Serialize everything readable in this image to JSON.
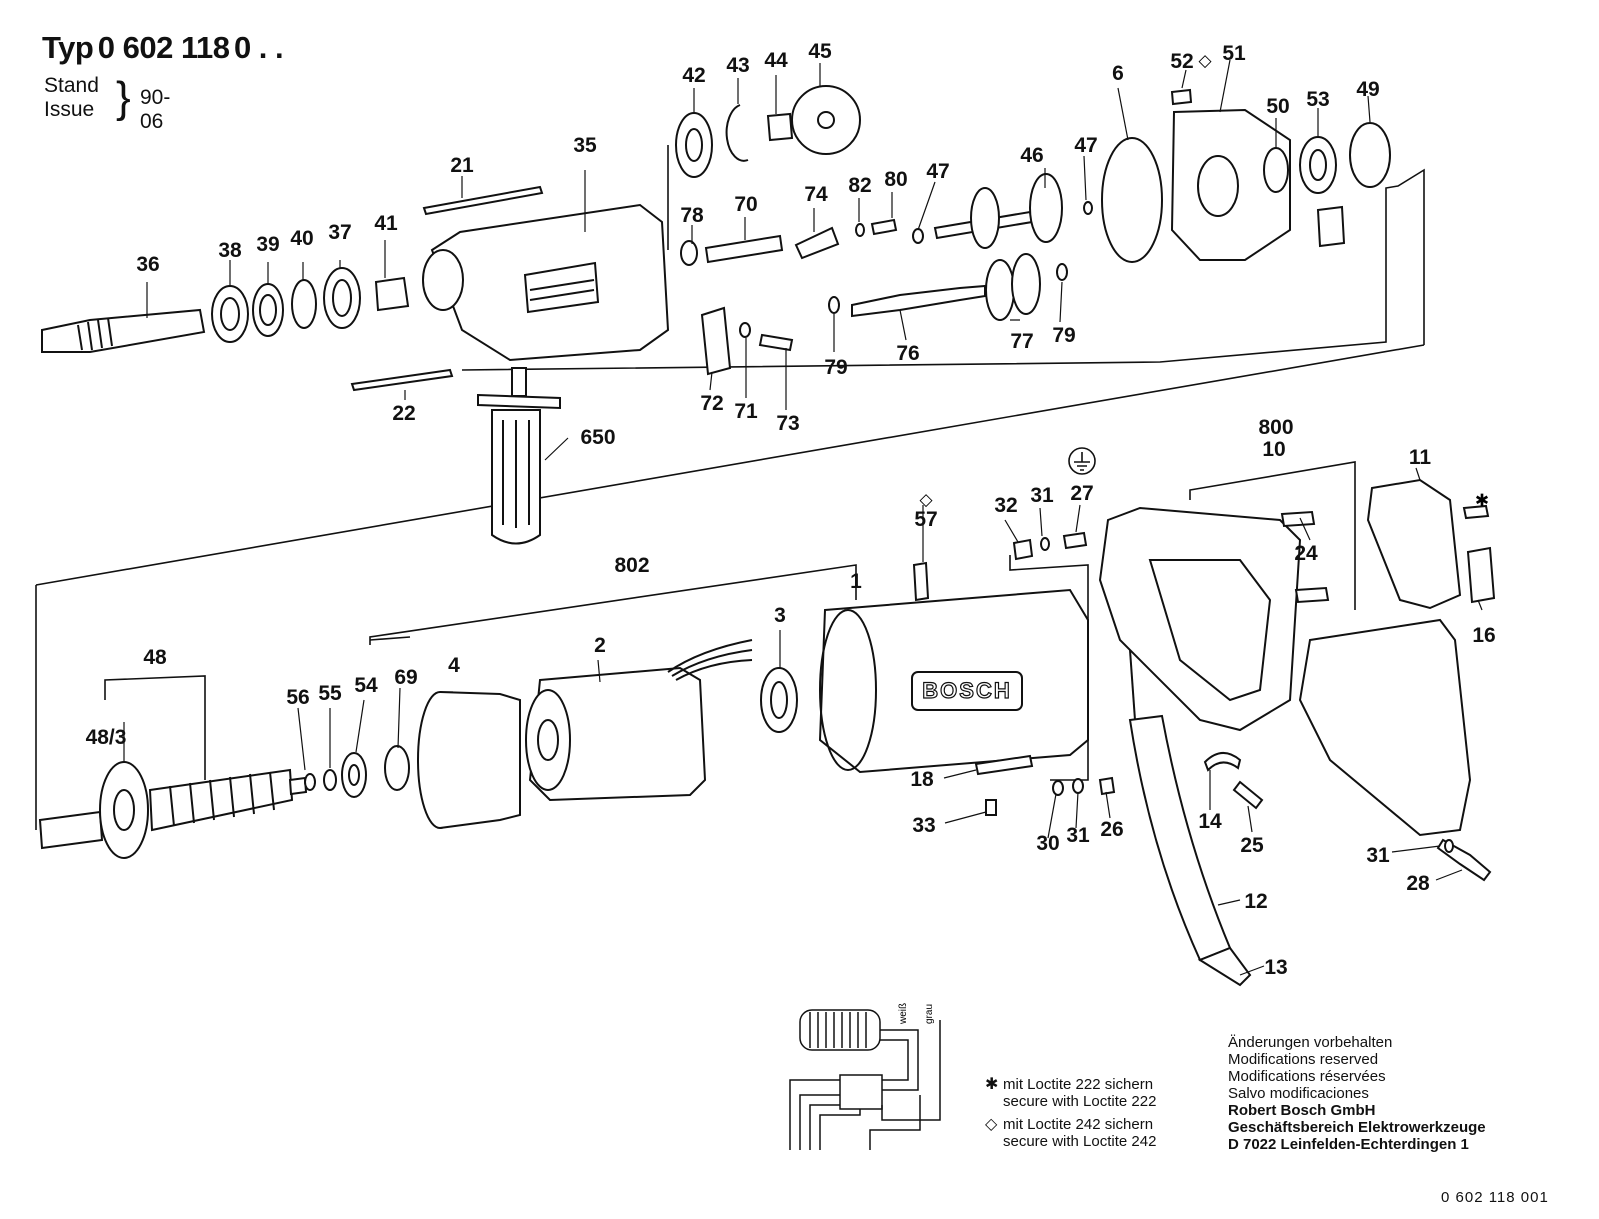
{
  "header": {
    "typ_label": "Typ",
    "typ_prefix": "0 60",
    "typ_bold": "2 118",
    "typ_suffix": "0 . .",
    "stand_label": "Stand",
    "issue_label": "Issue",
    "issue_date": "90-06"
  },
  "callouts": [
    "36",
    "38",
    "39",
    "40",
    "37",
    "41",
    "35",
    "21",
    "22",
    "650",
    "42",
    "43",
    "44",
    "45",
    "78",
    "70",
    "74",
    "82",
    "80",
    "47",
    "46",
    "47",
    "6",
    "52",
    "51",
    "50",
    "53",
    "49",
    "72",
    "71",
    "73",
    "79",
    "76",
    "77",
    "79",
    "48",
    "48/3",
    "56",
    "55",
    "54",
    "69",
    "802",
    "4",
    "2",
    "3",
    "1",
    "57",
    "18",
    "33",
    "32",
    "31",
    "27",
    "30",
    "31",
    "26",
    "800",
    "10",
    "24",
    "11",
    "16",
    "14",
    "25",
    "12",
    "13",
    "31",
    "28"
  ],
  "wiring": {
    "wire_a": "weiß",
    "wire_b": "grau"
  },
  "notes": {
    "star_symbol": "✱",
    "star_line1": "mit Loctite 222 sichern",
    "star_line2": "secure with Loctite 222",
    "diamond_symbol": "◇",
    "diamond_line1": "mit Loctite 242 sichern",
    "diamond_line2": "secure with Loctite 242"
  },
  "modifications": {
    "de": "Änderungen vorbehalten",
    "en": "Modifications reserved",
    "fr": "Modifications réservées",
    "es": "Salvo modificaciones",
    "company": "Robert Bosch GmbH",
    "division": "Geschäftsbereich Elektrowerkzeuge",
    "address": "D 7022 Leinfelden-Echterdingen 1"
  },
  "doc_number": "0  602  118  001",
  "brand_plate": "BOSCH",
  "earth_symbol": "⏚"
}
